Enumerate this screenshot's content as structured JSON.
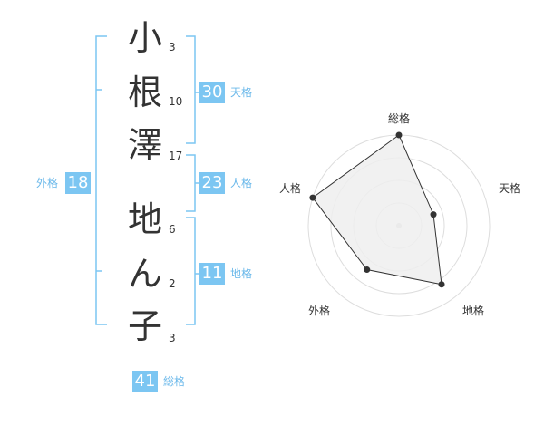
{
  "name": {
    "chars": [
      {
        "char": "小",
        "strokes": "3"
      },
      {
        "char": "根",
        "strokes": "10"
      },
      {
        "char": "澤",
        "strokes": "17"
      },
      {
        "char": "地",
        "strokes": "6"
      },
      {
        "char": "ん",
        "strokes": "2"
      },
      {
        "char": "子",
        "strokes": "3"
      }
    ]
  },
  "kakusu": {
    "tenkaku": {
      "value": "30",
      "label": "天格"
    },
    "jinkaku": {
      "value": "23",
      "label": "人格"
    },
    "chikaku": {
      "value": "11",
      "label": "地格"
    },
    "gaikaku": {
      "value": "18",
      "label": "外格"
    },
    "soukaku": {
      "value": "41",
      "label": "総格"
    }
  },
  "radar": {
    "axes": [
      "総格",
      "天格",
      "地格",
      "外格",
      "人格"
    ],
    "levels": 4,
    "max": 5,
    "values": [
      5,
      2,
      4,
      3,
      5
    ],
    "colors": {
      "fill": "#eeeeee",
      "stroke": "#333333",
      "ring": "#dddddd",
      "bracket": "#7cc6f2"
    }
  }
}
